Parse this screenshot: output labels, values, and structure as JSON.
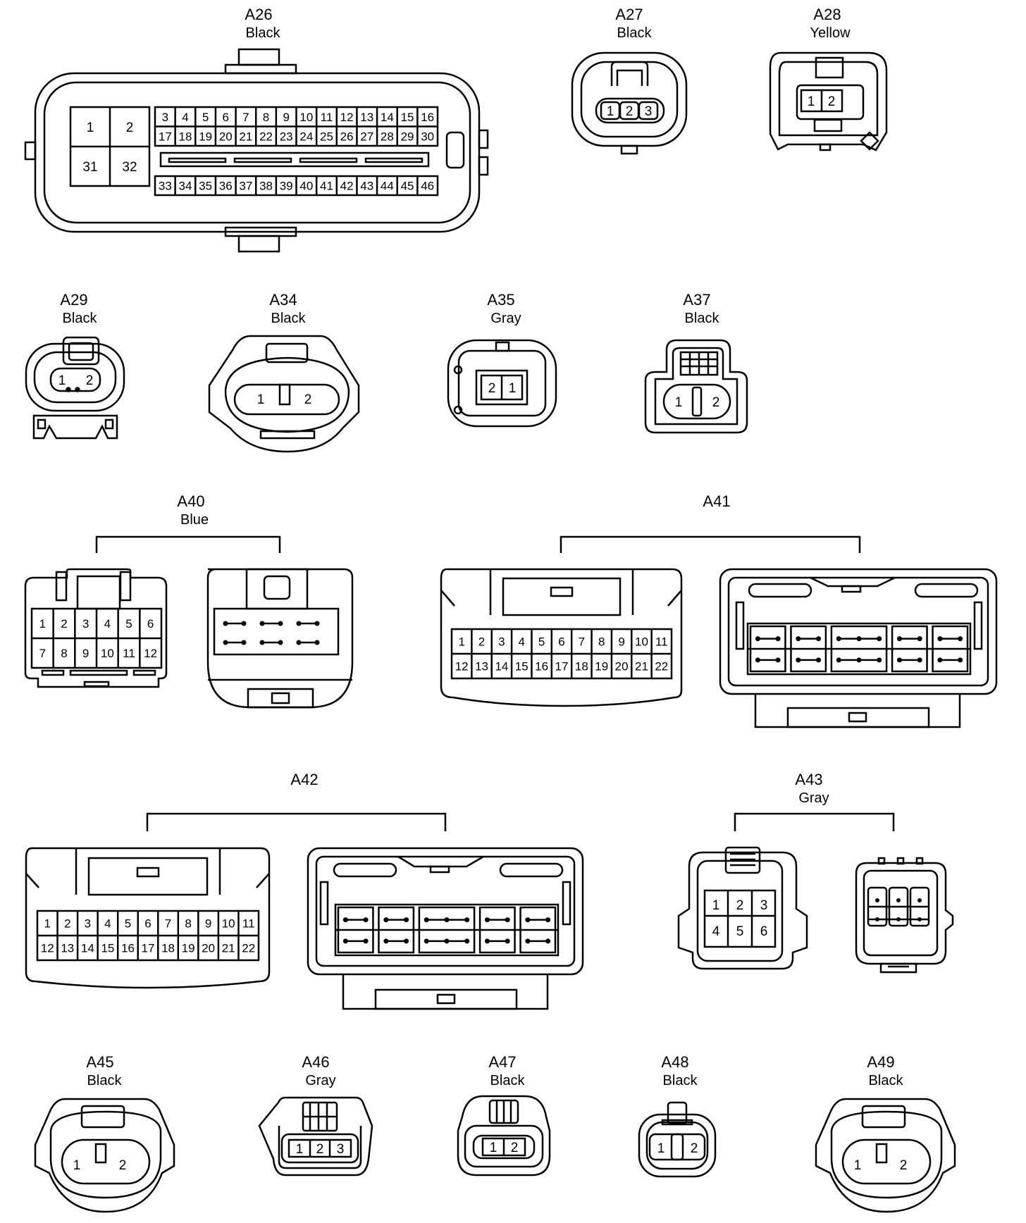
{
  "connectors": {
    "a26": {
      "id": "A26",
      "color": "Black",
      "big": [
        "1",
        "2",
        "31",
        "32"
      ],
      "row1": [
        "3",
        "4",
        "5",
        "6",
        "7",
        "8",
        "9",
        "10",
        "11",
        "12",
        "13",
        "14",
        "15",
        "16"
      ],
      "row2": [
        "17",
        "18",
        "19",
        "20",
        "21",
        "22",
        "23",
        "24",
        "25",
        "26",
        "27",
        "28",
        "29",
        "30"
      ],
      "row3": [
        "33",
        "34",
        "35",
        "36",
        "37",
        "38",
        "39",
        "40",
        "41",
        "42",
        "43",
        "44",
        "45",
        "46"
      ]
    },
    "a27": {
      "id": "A27",
      "color": "Black",
      "pins": [
        "1",
        "2",
        "3"
      ]
    },
    "a28": {
      "id": "A28",
      "color": "Yellow",
      "pins": [
        "1",
        "2"
      ]
    },
    "a29": {
      "id": "A29",
      "color": "Black",
      "pins": [
        "1",
        "2"
      ]
    },
    "a34": {
      "id": "A34",
      "color": "Black",
      "pins": [
        "1",
        "2"
      ]
    },
    "a35": {
      "id": "A35",
      "color": "Gray",
      "pins": [
        "2",
        "1"
      ]
    },
    "a37": {
      "id": "A37",
      "color": "Black",
      "pins": [
        "1",
        "2"
      ]
    },
    "a40": {
      "id": "A40",
      "color": "Blue",
      "row1": [
        "1",
        "2",
        "3",
        "4",
        "5",
        "6"
      ],
      "row2": [
        "7",
        "8",
        "9",
        "10",
        "11",
        "12"
      ]
    },
    "a41": {
      "id": "A41",
      "row1": [
        "1",
        "2",
        "3",
        "4",
        "5",
        "6",
        "7",
        "8",
        "9",
        "10",
        "11"
      ],
      "row2": [
        "12",
        "13",
        "14",
        "15",
        "16",
        "17",
        "18",
        "19",
        "20",
        "21",
        "22"
      ]
    },
    "a42": {
      "id": "A42",
      "row1": [
        "1",
        "2",
        "3",
        "4",
        "5",
        "6",
        "7",
        "8",
        "9",
        "10",
        "11"
      ],
      "row2": [
        "12",
        "13",
        "14",
        "15",
        "16",
        "17",
        "18",
        "19",
        "20",
        "21",
        "22"
      ]
    },
    "a43": {
      "id": "A43",
      "color": "Gray",
      "row1": [
        "1",
        "2",
        "3"
      ],
      "row2": [
        "4",
        "5",
        "6"
      ]
    },
    "a45": {
      "id": "A45",
      "color": "Black",
      "pins": [
        "1",
        "2"
      ]
    },
    "a46": {
      "id": "A46",
      "color": "Gray",
      "pins": [
        "1",
        "2",
        "3"
      ]
    },
    "a47": {
      "id": "A47",
      "color": "Black",
      "pins": [
        "1",
        "2"
      ]
    },
    "a48": {
      "id": "A48",
      "color": "Black",
      "pins": [
        "1",
        "2"
      ]
    },
    "a49": {
      "id": "A49",
      "color": "Black",
      "pins": [
        "1",
        "2"
      ]
    }
  }
}
